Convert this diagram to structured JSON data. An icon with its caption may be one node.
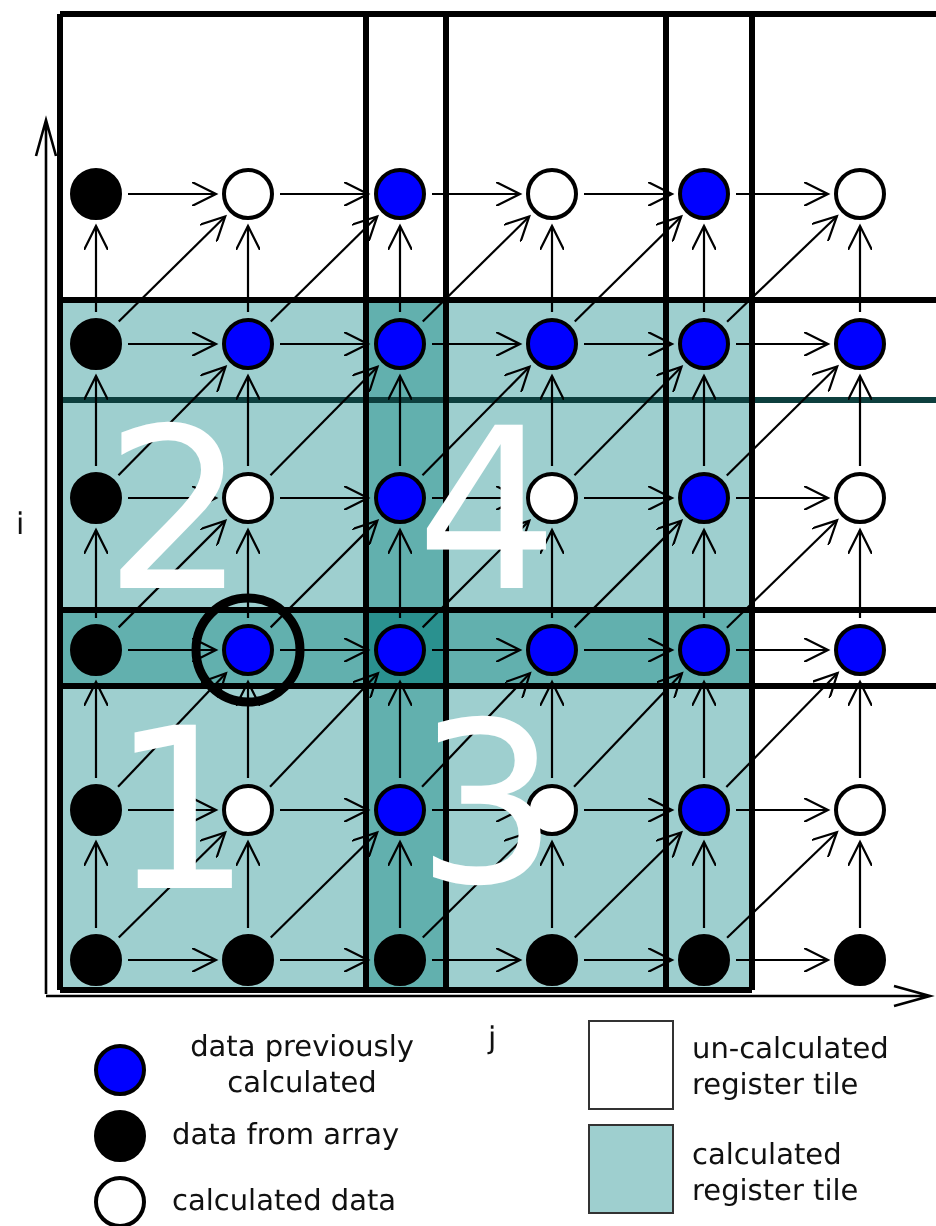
{
  "diagram": {
    "nodes": [
      {
        "text": [],
        "shape": "circle"
      },
      {
        "text": [],
        "shape": "circle"
      },
      {
        "text": [],
        "shape": "circle"
      },
      {
        "text": [],
        "shape": "circle"
      },
      {
        "text": [],
        "shape": "circle"
      },
      {
        "text": [],
        "shape": "circle"
      },
      {
        "text": [],
        "shape": "circle"
      },
      {
        "text": [],
        "shape": "circle"
      },
      {
        "text": [],
        "shape": "circle"
      },
      {
        "text": [],
        "shape": "circle"
      },
      {
        "text": [],
        "shape": "circle"
      },
      {
        "text": [],
        "shape": "circle"
      },
      {
        "text": [],
        "shape": "circle"
      },
      {
        "text": [],
        "shape": "circle"
      },
      {
        "text": [],
        "shape": "circle"
      },
      {
        "text": [],
        "shape": "circle"
      },
      {
        "text": [],
        "shape": "circle"
      },
      {
        "text": [],
        "shape": "circle"
      },
      {
        "text": [],
        "shape": "circle"
      },
      {
        "text": [],
        "shape": "circle"
      },
      {
        "text": [],
        "shape": "circle"
      },
      {
        "text": [],
        "shape": "circle"
      },
      {
        "text": [],
        "shape": "circle"
      },
      {
        "text": [],
        "shape": "circle"
      },
      {
        "text": [],
        "shape": "circle"
      },
      {
        "text": [],
        "shape": "circle"
      },
      {
        "text": [],
        "shape": "circle"
      },
      {
        "text": [],
        "shape": "circle"
      },
      {
        "text": [],
        "shape": "circle"
      },
      {
        "text": [],
        "shape": "circle"
      },
      {
        "text": [],
        "shape": "circle"
      },
      {
        "text": [],
        "shape": "circle"
      },
      {
        "text": [],
        "shape": "circle"
      },
      {
        "text": [],
        "shape": "circle"
      },
      {
        "text": [],
        "shape": "circle"
      },
      {
        "text": [],
        "shape": "circle"
      }
    ],
    "edges": [
      {
        "from": 0,
        "to": 1,
        "arrow": "to"
      },
      {
        "from": 1,
        "to": 2,
        "arrow": "to"
      },
      {
        "from": 2,
        "to": 3,
        "arrow": "to"
      },
      {
        "from": 3,
        "to": 4,
        "arrow": "to"
      },
      {
        "from": 4,
        "to": 5,
        "arrow": "to"
      },
      {
        "from": 6,
        "to": 7,
        "arrow": "to"
      },
      {
        "from": 7,
        "to": 8,
        "arrow": "to"
      },
      {
        "from": 8,
        "to": 9,
        "arrow": "to"
      },
      {
        "from": 9,
        "to": 10,
        "arrow": "to"
      },
      {
        "from": 10,
        "to": 11,
        "arrow": "to"
      },
      {
        "from": 12,
        "to": 13,
        "arrow": "to"
      },
      {
        "from": 13,
        "to": 14,
        "arrow": "to"
      },
      {
        "from": 14,
        "to": 15,
        "arrow": "to"
      },
      {
        "from": 15,
        "to": 16,
        "arrow": "to"
      },
      {
        "from": 16,
        "to": 17,
        "arrow": "to"
      },
      {
        "from": 18,
        "to": 19,
        "arrow": "to"
      },
      {
        "from": 19,
        "to": 20,
        "arrow": "to"
      },
      {
        "from": 20,
        "to": 21,
        "arrow": "to"
      },
      {
        "from": 21,
        "to": 22,
        "arrow": "to"
      },
      {
        "from": 22,
        "to": 23,
        "arrow": "to"
      },
      {
        "from": 24,
        "to": 25,
        "arrow": "to"
      },
      {
        "from": 25,
        "to": 26,
        "arrow": "to"
      },
      {
        "from": 26,
        "to": 27,
        "arrow": "to"
      },
      {
        "from": 27,
        "to": 28,
        "arrow": "to"
      },
      {
        "from": 28,
        "to": 29,
        "arrow": "to"
      },
      {
        "from": 30,
        "to": 31,
        "arrow": "to"
      },
      {
        "from": 31,
        "to": 32,
        "arrow": "to"
      },
      {
        "from": 32,
        "to": 33,
        "arrow": "to"
      },
      {
        "from": 33,
        "to": 34,
        "arrow": "to"
      },
      {
        "from": 34,
        "to": 35,
        "arrow": "to"
      },
      {
        "from": 6,
        "to": 0,
        "arrow": "to"
      },
      {
        "from": 7,
        "to": 1,
        "arrow": "to"
      },
      {
        "from": 8,
        "to": 2,
        "arrow": "to"
      },
      {
        "from": 9,
        "to": 3,
        "arrow": "to"
      },
      {
        "from": 10,
        "to": 4,
        "arrow": "to"
      },
      {
        "from": 11,
        "to": 5,
        "arrow": "to"
      },
      {
        "from": 12,
        "to": 6,
        "arrow": "to"
      },
      {
        "from": 13,
        "to": 7,
        "arrow": "to"
      },
      {
        "from": 14,
        "to": 8,
        "arrow": "to"
      },
      {
        "from": 15,
        "to": 9,
        "arrow": "to"
      },
      {
        "from": 16,
        "to": 10,
        "arrow": "to"
      },
      {
        "from": 17,
        "to": 11,
        "arrow": "to"
      },
      {
        "from": 18,
        "to": 12,
        "arrow": "to"
      },
      {
        "from": 19,
        "to": 13,
        "arrow": "to"
      },
      {
        "from": 20,
        "to": 14,
        "arrow": "to"
      },
      {
        "from": 21,
        "to": 15,
        "arrow": "to"
      },
      {
        "from": 22,
        "to": 16,
        "arrow": "to"
      },
      {
        "from": 23,
        "to": 17,
        "arrow": "to"
      },
      {
        "from": 24,
        "to": 18,
        "arrow": "to"
      },
      {
        "from": 25,
        "to": 19,
        "arrow": "to"
      },
      {
        "from": 26,
        "to": 20,
        "arrow": "to"
      },
      {
        "from": 27,
        "to": 21,
        "arrow": "to"
      },
      {
        "from": 28,
        "to": 22,
        "arrow": "to"
      },
      {
        "from": 29,
        "to": 23,
        "arrow": "to"
      },
      {
        "from": 30,
        "to": 24,
        "arrow": "to"
      },
      {
        "from": 31,
        "to": 25,
        "arrow": "to"
      },
      {
        "from": 32,
        "to": 26,
        "arrow": "to"
      },
      {
        "from": 33,
        "to": 27,
        "arrow": "to"
      },
      {
        "from": 34,
        "to": 28,
        "arrow": "to"
      },
      {
        "from": 35,
        "to": 29,
        "arrow": "to"
      },
      {
        "from": 6,
        "to": 1,
        "arrow": "to"
      },
      {
        "from": 7,
        "to": 2,
        "arrow": "to"
      },
      {
        "from": 8,
        "to": 3,
        "arrow": "to"
      },
      {
        "from": 9,
        "to": 4,
        "arrow": "to"
      },
      {
        "from": 10,
        "to": 5,
        "arrow": "to"
      },
      {
        "from": 12,
        "to": 7,
        "arrow": "to"
      },
      {
        "from": 13,
        "to": 8,
        "arrow": "to"
      },
      {
        "from": 14,
        "to": 9,
        "arrow": "to"
      },
      {
        "from": 15,
        "to": 10,
        "arrow": "to"
      },
      {
        "from": 16,
        "to": 11,
        "arrow": "to"
      },
      {
        "from": 18,
        "to": 13,
        "arrow": "to"
      },
      {
        "from": 19,
        "to": 14,
        "arrow": "to"
      },
      {
        "from": 20,
        "to": 15,
        "arrow": "to"
      },
      {
        "from": 21,
        "to": 16,
        "arrow": "to"
      },
      {
        "from": 22,
        "to": 17,
        "arrow": "to"
      },
      {
        "from": 24,
        "to": 19,
        "arrow": "to"
      },
      {
        "from": 25,
        "to": 20,
        "arrow": "to"
      },
      {
        "from": 26,
        "to": 21,
        "arrow": "to"
      },
      {
        "from": 27,
        "to": 22,
        "arrow": "to"
      },
      {
        "from": 28,
        "to": 23,
        "arrow": "to"
      },
      {
        "from": 30,
        "to": 25,
        "arrow": "to"
      },
      {
        "from": 31,
        "to": 26,
        "arrow": "to"
      },
      {
        "from": 32,
        "to": 27,
        "arrow": "to"
      },
      {
        "from": 33,
        "to": 28,
        "arrow": "to"
      },
      {
        "from": 34,
        "to": 29,
        "arrow": "to"
      }
    ],
    "labels": [
      "2",
      "4",
      "i",
      "1",
      "3",
      "j"
    ],
    "legend": [
      {
        "text": "data previously calculated",
        "color": "#0000ff"
      },
      {
        "text": "data from array",
        "color": "#000000"
      },
      {
        "text": "calculated data",
        "color": "#ffffff"
      },
      {
        "text": "un-calculated register tile",
        "color": "#ffffff"
      },
      {
        "text": "calculated register tile",
        "color": "#9ecfcf"
      }
    ]
  }
}
